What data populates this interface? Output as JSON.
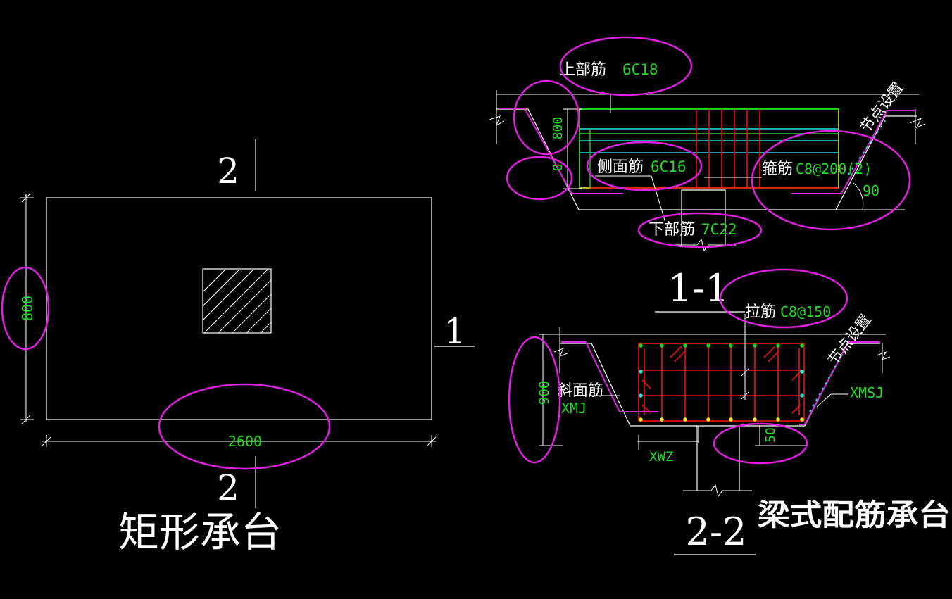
{
  "colors": {
    "background": "#000000",
    "outline": "#ffffff",
    "dimension_text": "#22dd22",
    "highlight_ellipse": "#e020e0",
    "rebar_red": "#ee1111",
    "rebar_green": "#22cc22",
    "rebar_cyan": "#22e0e0",
    "rebar_yellow": "#eeee22",
    "rebar_magenta": "#e020e0"
  },
  "plan": {
    "title": "矩形承台",
    "section_mark_top": "2",
    "section_mark_bottom": "2",
    "section_mark_right": "1",
    "dim_height": "800",
    "dim_width": "2600"
  },
  "section_1_1": {
    "label": "1-1",
    "top_rebar_name": "上部筋",
    "top_rebar_value": "6C18",
    "side_rebar_name": "侧面筋",
    "side_rebar_value": "6C16",
    "stirrup_name": "箍筋",
    "stirrup_value": "C8@200(2)",
    "bottom_rebar_name": "下部筋",
    "bottom_rebar_value": "7C22",
    "node_setting": "节点设置",
    "dim_height": "800",
    "dim_zero": "0",
    "angle": "90"
  },
  "section_2_2": {
    "label": "2-2",
    "title": "梁式配筋承台",
    "tie_bar_name": "拉筋",
    "tie_bar_value": "C8@150",
    "node_setting": "节点设置",
    "slope_rebar_name": "斜面筋",
    "slope_rebar_code": "XMJ",
    "xmsj": "XMSJ",
    "xwz": "XWZ",
    "dim_height": "900",
    "dim_50": "50"
  }
}
